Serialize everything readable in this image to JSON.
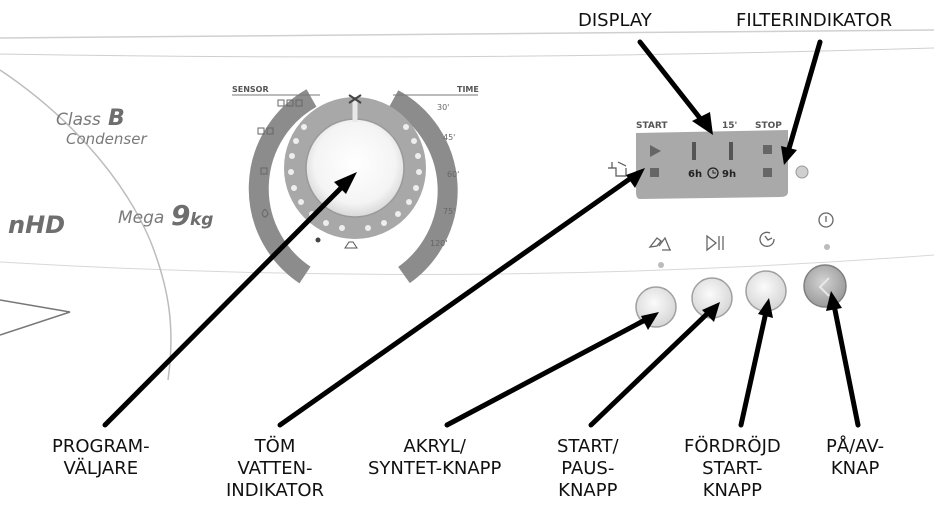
{
  "panel": {
    "brand_class_prefix": "Class",
    "brand_class_letter": "B",
    "brand_condenser": "Condenser",
    "brand_model_fragment": "nHD",
    "brand_mega": "Mega",
    "brand_capacity_number": "9",
    "brand_capacity_unit": "kg",
    "dial": {
      "sensor_label": "SENSOR",
      "time_label": "TIME",
      "time_marks": [
        "30'",
        "45'",
        "60'",
        "75'",
        "120'"
      ]
    },
    "display": {
      "start_label": "START",
      "mark_15": "15'",
      "stop_label": "STOP",
      "delay_6h": "6h",
      "delay_9h": "9h"
    }
  },
  "callouts": {
    "display": "DISPLAY",
    "filter_indicator": "FILTERINDIKATOR",
    "program_selector": [
      "PROGRAM-",
      "VÄLJARE"
    ],
    "empty_water": [
      "TÖM",
      "VATTEN-",
      "INDIKATOR"
    ],
    "acrylic_synthetic": [
      "AKRYL/",
      "SYNTET-KNAPP"
    ],
    "start_pause": [
      "START/",
      "PAUS-",
      "KNAPP"
    ],
    "delayed_start": [
      "FÖRDRÖJD",
      "START-",
      "KNAPP"
    ],
    "power": [
      "PÅ/AV-",
      "KNAP"
    ]
  },
  "colors": {
    "dial_ring": "#8c8c8c",
    "dial_knob_ring": "#a8a8a8",
    "display_panel": "#a9a9a9",
    "button_face": "#e6e6e6",
    "power_button": "#b7b7b7",
    "leader_line": "#000000",
    "brand_text": "#7a7a7a"
  }
}
